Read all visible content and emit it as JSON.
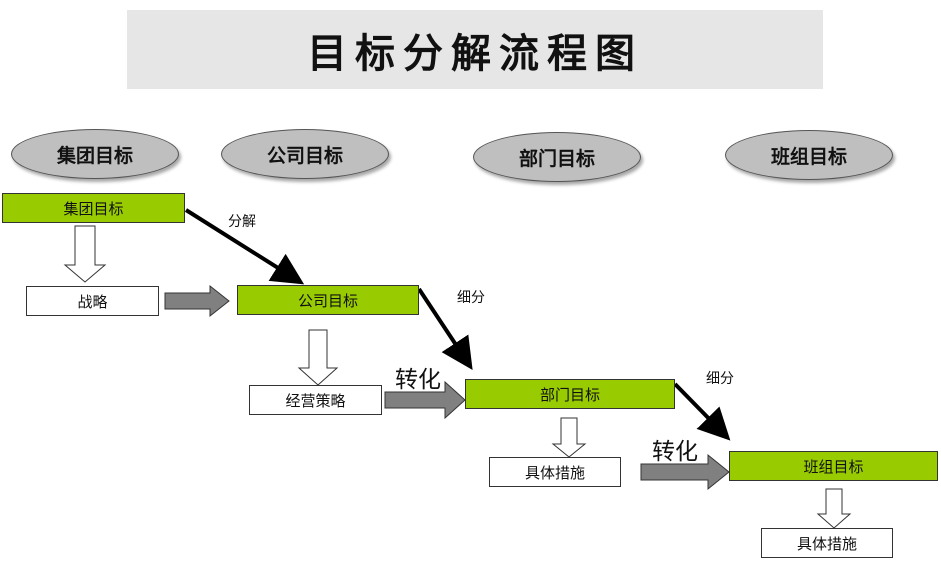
{
  "title": "目标分解流程图",
  "headers": [
    "集团目标",
    "公司目标",
    "部门目标",
    "班组目标"
  ],
  "boxes": {
    "group_goal": "集团目标",
    "strategy": "战略",
    "company_goal": "公司目标",
    "business_strategy": "经营策略",
    "dept_goal": "部门目标",
    "dept_measures": "具体措施",
    "team_goal": "班组目标",
    "team_measures": "具体措施"
  },
  "labels": {
    "decompose": "分解",
    "refine_1": "细分",
    "refine_2": "细分",
    "convert_1": "转化",
    "convert_2": "转化"
  },
  "colors": {
    "goal_box": "#99cc00",
    "header_ellipse": "#bfbfbf",
    "title_bg": "#e6e6e6",
    "gray_arrow": "#808080"
  }
}
